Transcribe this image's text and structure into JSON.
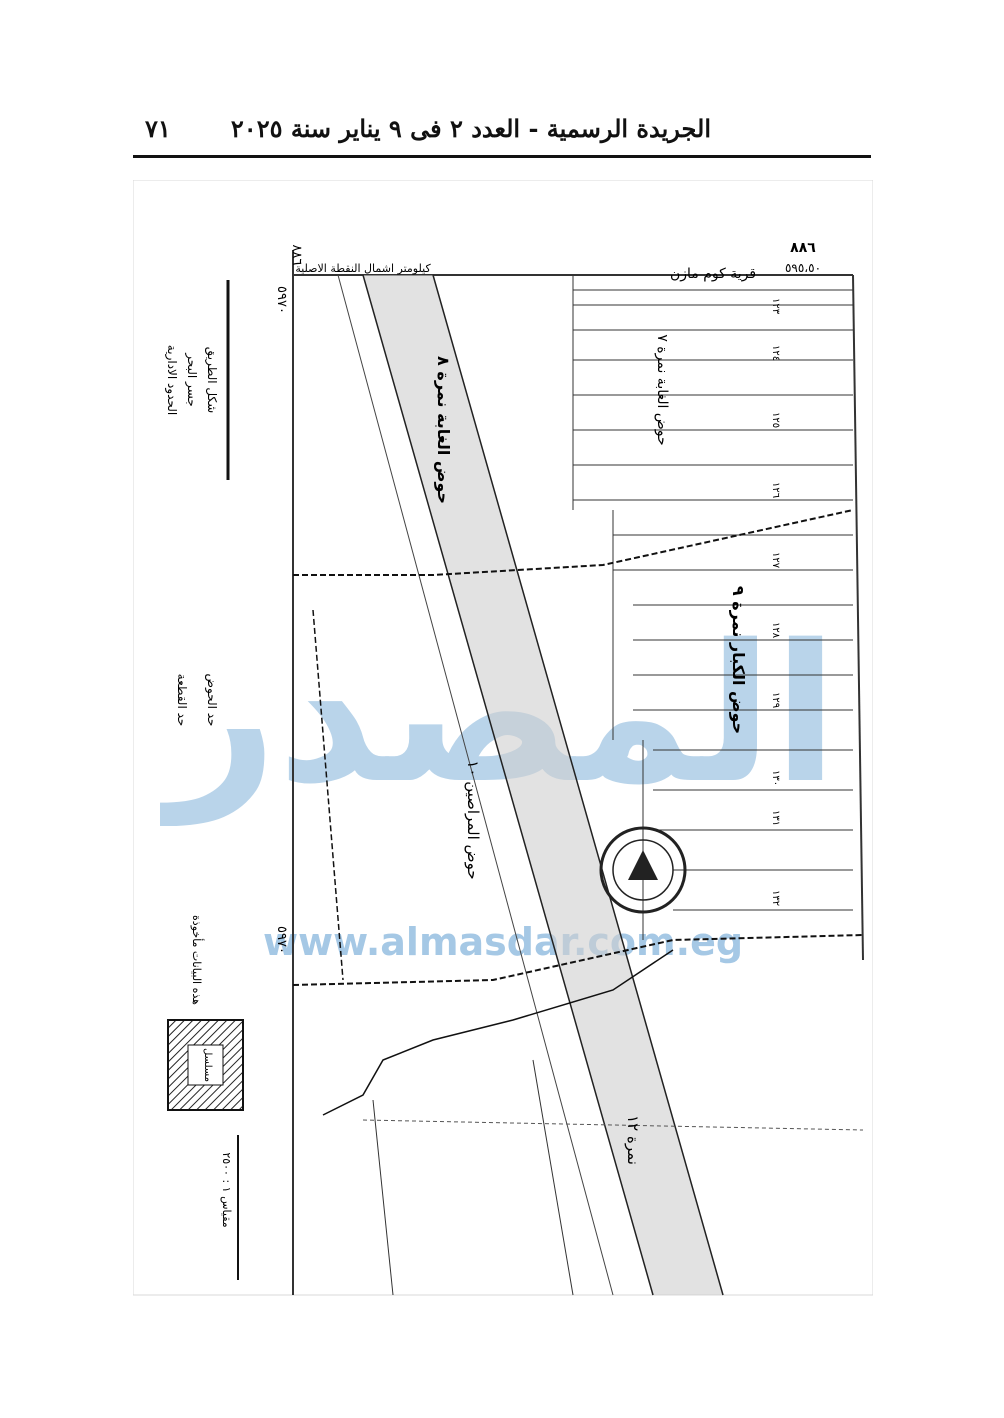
{
  "header": {
    "page_number": "٧١",
    "title": "الجريدة الرسمية - العدد ٢ فى ٩ يناير سنة ٢٠٢٥"
  },
  "map": {
    "top_left_number": "٨٨٦",
    "top_left_sub": "٥٩٥،٥٠",
    "village_label": "قرية كوم مازن",
    "km_note": "كيلومتر اشمال النقطة الاصلية",
    "coord_top": "٥٩٧٠",
    "coord_bottom": "٥٩٧٠",
    "left_number": "٨٨٦",
    "basins": [
      "حوض الغابة نمرة ٨",
      "حوض الغابة نمرة ٧",
      "حوض الكبار نمرة ٩",
      "حوض المراصين ١٠",
      "نمرة ١٢"
    ],
    "parcel_numbers": [
      "١٢٣",
      "١٢٤",
      "١٢٥",
      "١٢٦",
      "١٢٧",
      "١٢٨",
      "١٢٩",
      "١٣٠",
      "١٣١",
      "١٣٢"
    ],
    "watermark_text": "www.almasdar.com.eg",
    "watermark_big": "المصدر"
  },
  "legend": {
    "title": "هذه البيانات مأخوذة",
    "lines": [
      "شكل الطريق",
      "جسر البحر",
      "الحدود الادارية",
      "حد الحوض",
      "حد القطعة"
    ],
    "scale_label": "مقياس ١ : ٢٥٠٠",
    "map_box_label": "مسلسل"
  }
}
